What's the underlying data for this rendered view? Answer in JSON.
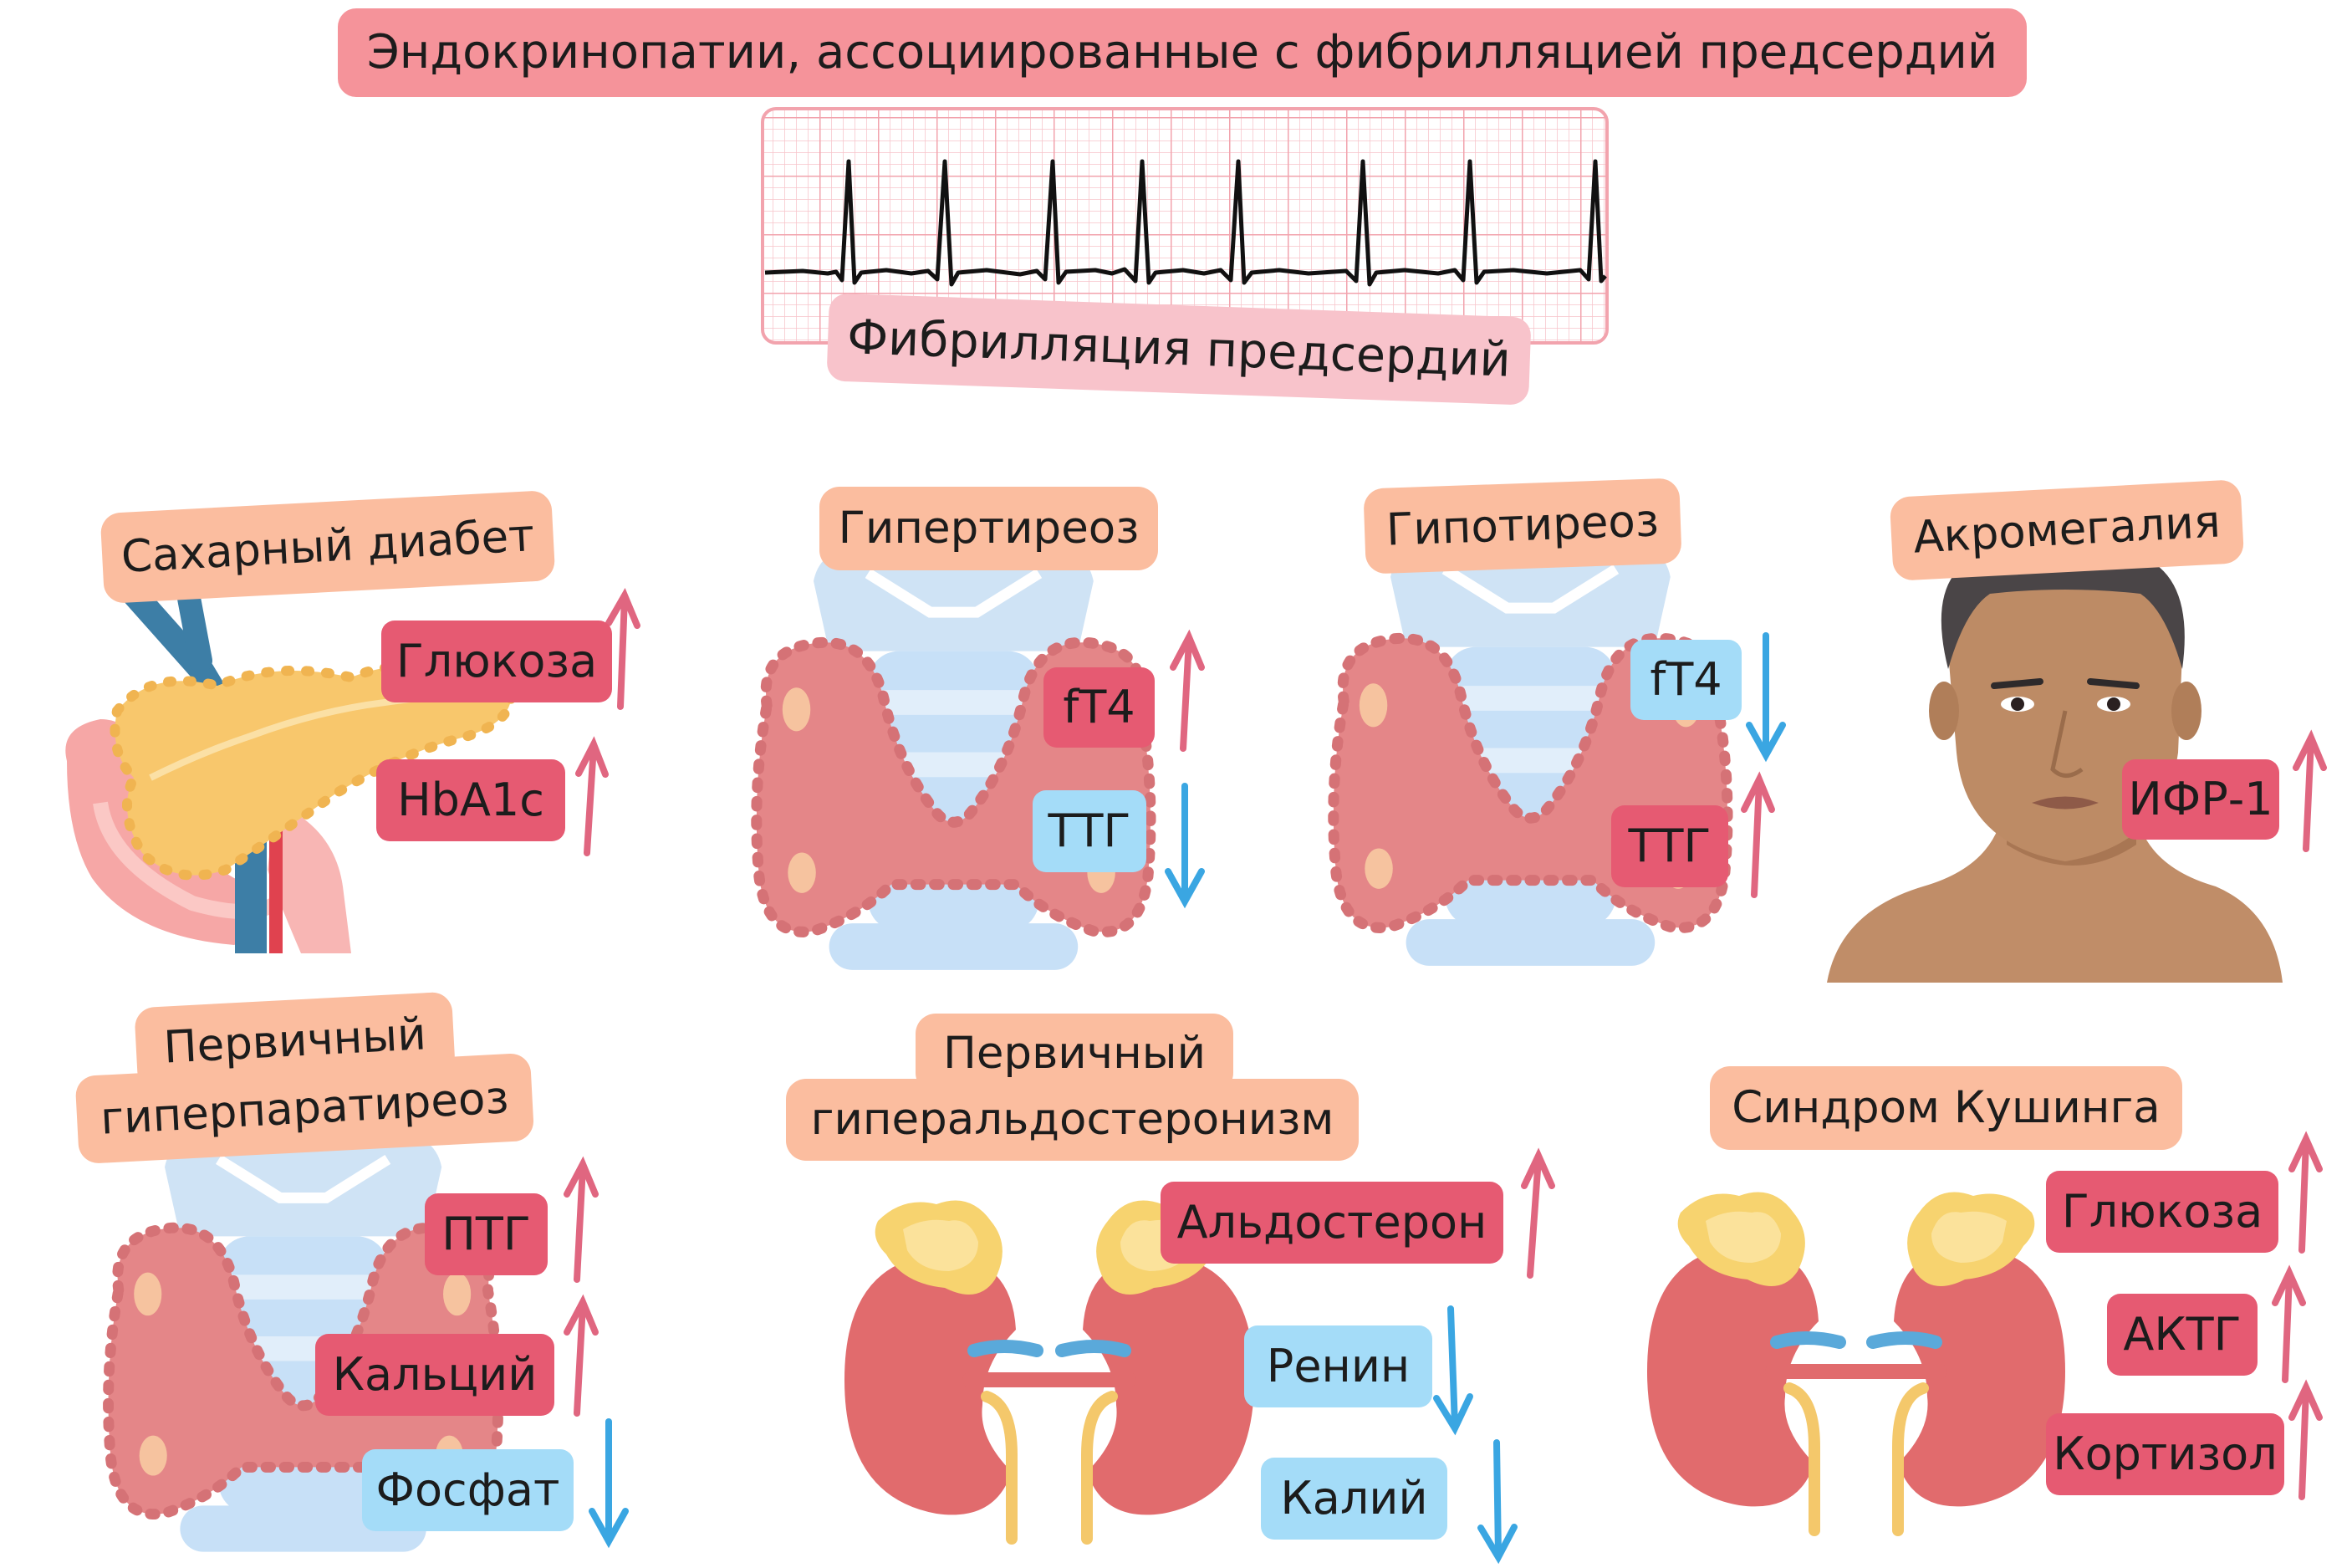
{
  "title": "Эндокринопатии, ассоциированные с фибрилляцией предсердий",
  "af_label": "Фибрилляция предсердий",
  "colors": {
    "increase": "#e65a72",
    "decrease": "#a4dcf8",
    "disease_label": "#fbbd9f",
    "arrow_up": "#e06680",
    "arrow_down": "#3aa6e2",
    "title_bg": "#f5939a",
    "ecg_grid": "#f2a3ad"
  },
  "diseases": {
    "diabetes": {
      "name": "Сахарный диабет",
      "icon": "pancreas-illustration",
      "markers": [
        {
          "label": "Глюкоза",
          "direction": "up"
        },
        {
          "label": "HbA1c",
          "direction": "up"
        }
      ]
    },
    "hyperthyroidism": {
      "name": "Гипертиреоз",
      "icon": "thyroid-illustration",
      "markers": [
        {
          "label": "fT4",
          "direction": "up"
        },
        {
          "label": "ТТГ",
          "direction": "down"
        }
      ]
    },
    "hypothyroidism": {
      "name": "Гипотиреоз",
      "icon": "thyroid-illustration",
      "markers": [
        {
          "label": "fT4",
          "direction": "down"
        },
        {
          "label": "ТТГ",
          "direction": "up"
        }
      ]
    },
    "acromegaly": {
      "name": "Акромегалия",
      "icon": "man-portrait-illustration",
      "markers": [
        {
          "label": "ИФР-1",
          "direction": "up"
        }
      ]
    },
    "hyperparathyroidism": {
      "name_line1": "Первичный",
      "name_line2": "гиперпаратиреоз",
      "icon": "thyroid-parathyroid-illustration",
      "markers": [
        {
          "label": "ПТГ",
          "direction": "up"
        },
        {
          "label": "Кальций",
          "direction": "up"
        },
        {
          "label": "Фосфат",
          "direction": "down"
        }
      ]
    },
    "hyperaldosteronism": {
      "name_line1": "Первичный",
      "name_line2": "гиперальдостеронизм",
      "icon": "kidneys-adrenals-illustration",
      "markers": [
        {
          "label": "Альдостерон",
          "direction": "up"
        },
        {
          "label": "Ренин",
          "direction": "down"
        },
        {
          "label": "Калий",
          "direction": "down"
        }
      ]
    },
    "cushing": {
      "name": "Синдром Кушинга",
      "icon": "kidneys-adrenals-illustration",
      "markers": [
        {
          "label": "Глюкоза",
          "direction": "up"
        },
        {
          "label": "АКТГ",
          "direction": "up"
        },
        {
          "label": "Кортизол",
          "direction": "up"
        }
      ]
    }
  }
}
